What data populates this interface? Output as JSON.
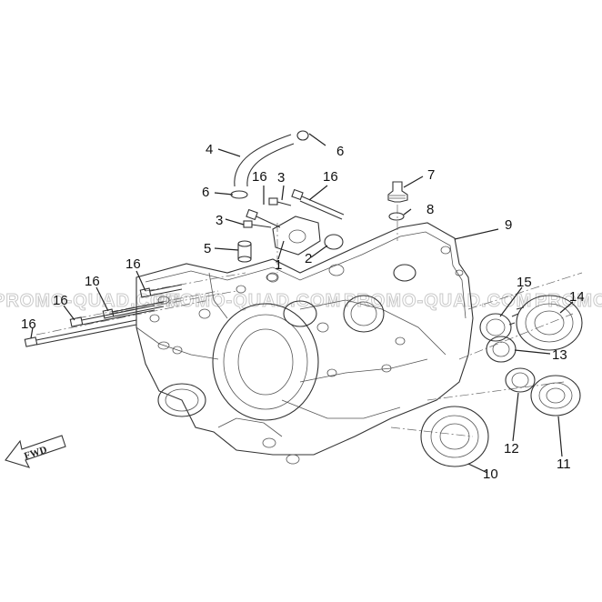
{
  "watermark": {
    "text": "PROMO-QUAD.COM"
  },
  "fwd_label": "FWD",
  "callouts": {
    "c1": "1",
    "c2": "2",
    "c3a": "3",
    "c3b": "3",
    "c4": "4",
    "c5": "5",
    "c6a": "6",
    "c6b": "6",
    "c7": "7",
    "c8": "8",
    "c9": "9",
    "c10": "10",
    "c11": "11",
    "c12": "12",
    "c13": "13",
    "c14": "14",
    "c15": "15",
    "c16a": "16",
    "c16b": "16",
    "c16c": "16",
    "c16d": "16",
    "c16e": "16",
    "c16f": "16"
  }
}
